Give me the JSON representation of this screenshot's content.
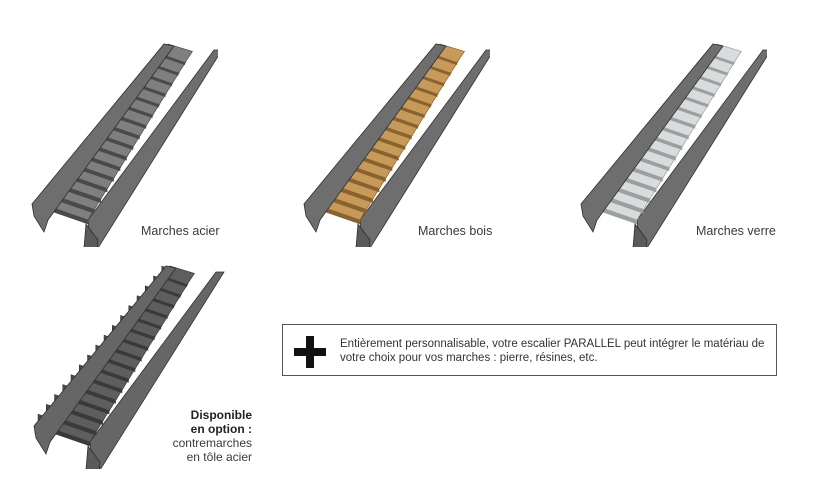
{
  "stairs": [
    {
      "caption": "Marches acier",
      "tread_color": "#7f7f7f",
      "tread_edge": "#4a4a4a",
      "stringer_color": "#6e6e6e"
    },
    {
      "caption": "Marches bois",
      "tread_color": "#c89a5a",
      "tread_edge": "#8a6230",
      "stringer_color": "#6e6e6e"
    },
    {
      "caption": "Marches verre",
      "tread_color": "#d9dcdc",
      "tread_edge": "#9aa0a0",
      "stringer_color": "#6e6e6e"
    },
    {
      "caption": "",
      "tread_color": "#5e5e5e",
      "tread_edge": "#3a3a3a",
      "stringer_color": "#666666"
    }
  ],
  "option": {
    "line1": "Disponible",
    "line2": "en option :",
    "line3": "contremarches",
    "line4": "en tôle acier"
  },
  "info": {
    "icon": "plus-icon",
    "text": "Entièrement personnalisable, votre escalier PARALLEL peut intégrer le matériau de votre choix pour vos marches : pierre, résines, etc."
  }
}
